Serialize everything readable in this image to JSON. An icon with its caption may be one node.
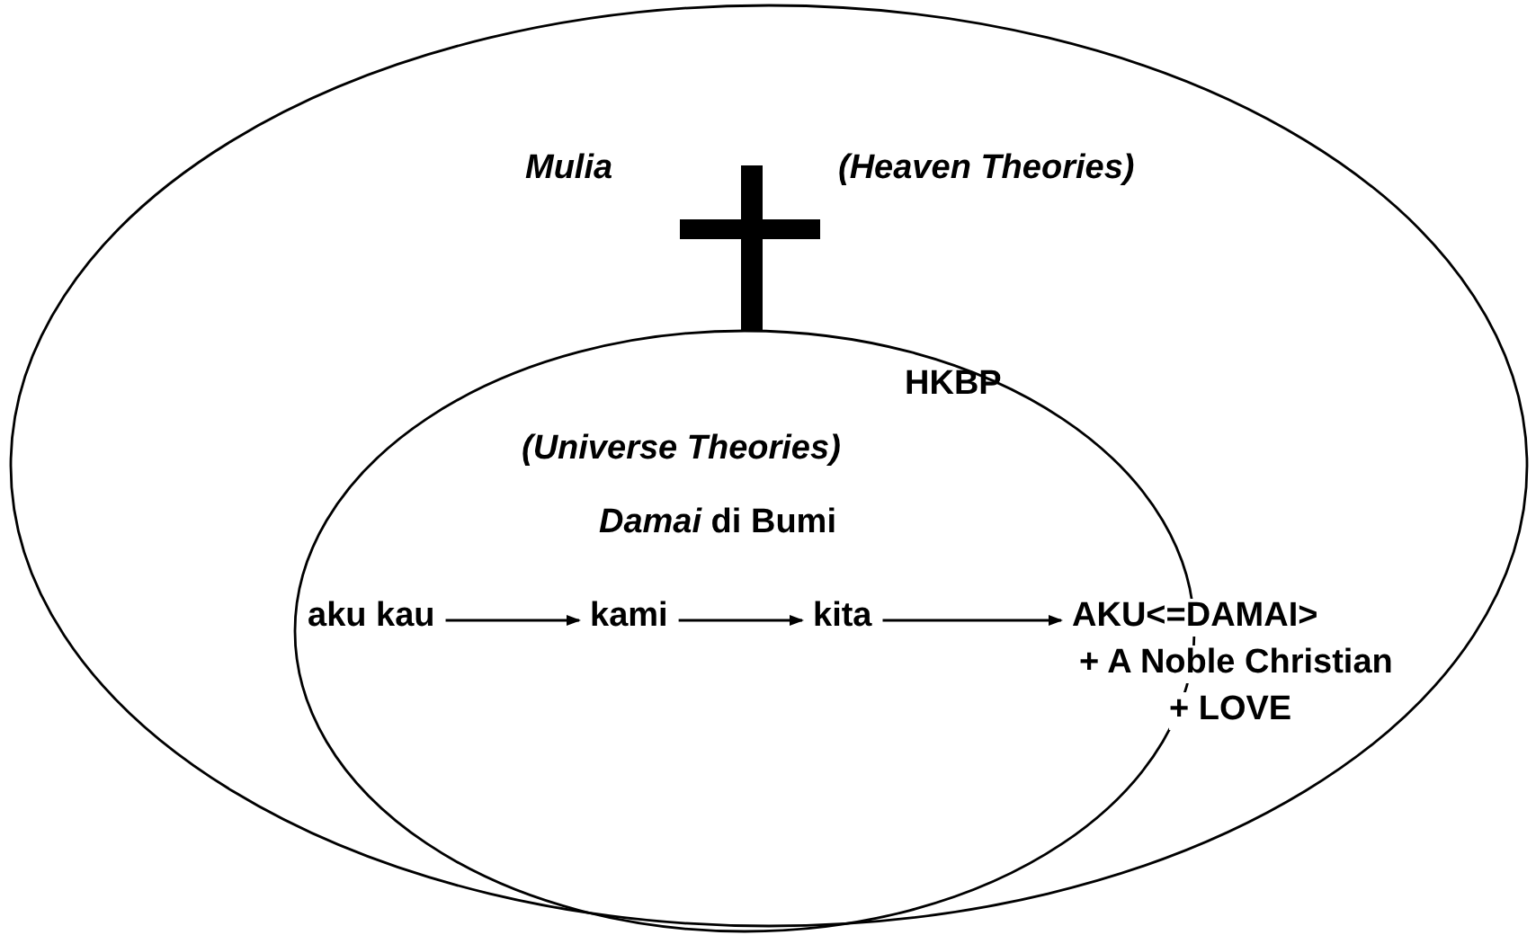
{
  "diagram": {
    "nodes": [
      {
        "text": [
          "Mulia",
          "(Heaven Theories)"
        ]
      },
      {
        "text": [
          "HKBP",
          "(Universe Theories)",
          "*Damai* di Bumi"
        ],
        "in": 0
      },
      {
        "text": [
          "aku kau"
        ],
        "in": 1
      },
      {
        "text": [
          "kami"
        ],
        "in": 1
      },
      {
        "text": [
          "kita"
        ],
        "in": 1
      },
      {
        "text": [
          "AKU<=DAMAI>",
          "+ A Noble Christian",
          "+ LOVE"
        ],
        "in": 0
      }
    ],
    "edges": [
      {
        "from": 2,
        "to": 3,
        "arrow": "to"
      },
      {
        "from": 3,
        "to": 4,
        "arrow": "to"
      },
      {
        "from": 4,
        "to": 5,
        "arrow": "to"
      }
    ]
  }
}
